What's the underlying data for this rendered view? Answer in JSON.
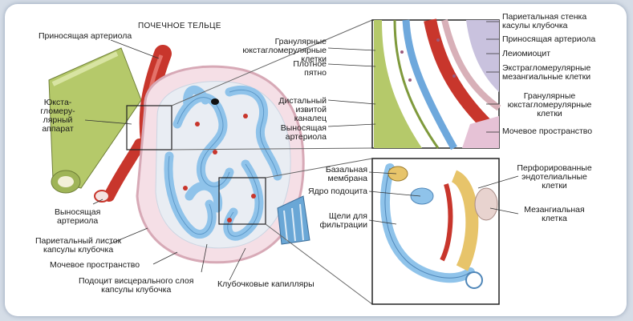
{
  "title": "ПОЧЕЧНОЕ ТЕЛЬЦЕ",
  "labels": {
    "afferent_arteriole": "Приносящая артериола",
    "jga": "Юкста-\nгломеру-\nлярный\nаппарат",
    "efferent_arteriole_left": "Выносящая\nартериола",
    "parietal_layer": "Париетальный листок\nкапсулы клубочка",
    "urinary_space_left": "Мочевое пространство",
    "podocyte": "Подоцит висцерального слоя\nкапсулы клубочка",
    "glomerular_capillaries": "Клубочковые капилляры",
    "granular_jg_cells_top": "Гранулярные\nюкстагломерулярные клетки",
    "macula_densa": "Плотное пятно",
    "distal_tubule": "Дистальный\nизвитой каналец",
    "efferent_arteriole_mid": "Выносящая\nартериола",
    "parietal_wall": "Париетальная стенка\nкасулы клубочка",
    "afferent_arteriole_right": "Приносящая артериола",
    "leiomyocyte": "Леиомиоцит",
    "extraglomerular_mesangial": "Экстрагломерулярные\nмезангиальные клетки",
    "granular_jg_cells_right": "Гранулярные\nюкстагломерулярные\nклетки",
    "urinary_space_right": "Мочевое пространство",
    "basement_membrane": "Базальная\nмембрана",
    "podocyte_nucleus": "Ядро подоцита",
    "filtration_slits": "Щели для\nфильтрации",
    "fenestrated_endothelial": "Перфорированные\nэндотелиальные\nклетки",
    "mesangial_cell": "Мезангиальная\nклетка"
  },
  "colors": {
    "artery_red": "#c8362c",
    "tubule_green": "#b5c96a",
    "capillary_blue": "#8fc3ea",
    "capsule_pink": "#f5dfe6",
    "leader_line": "#333333",
    "frame_bg": "#d5dde7"
  }
}
